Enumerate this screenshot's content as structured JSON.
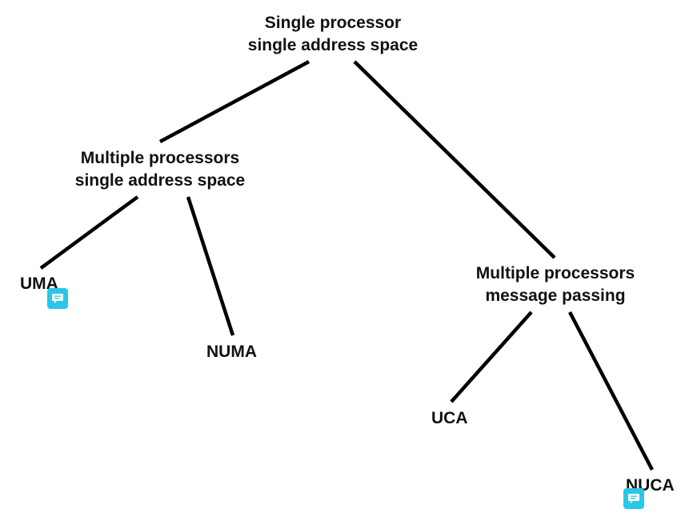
{
  "diagram": {
    "nodes": {
      "root": {
        "line1": "Single processor",
        "line2": "single address space"
      },
      "shared": {
        "line1": "Multiple processors",
        "line2": "single address space"
      },
      "message": {
        "line1": "Multiple processors",
        "line2": "message passing"
      },
      "uma": {
        "label": "UMA"
      },
      "numa": {
        "label": "NUMA"
      },
      "uca": {
        "label": "UCA"
      },
      "nuca": {
        "label": "NUCA"
      }
    },
    "edges": [
      {
        "from": "root",
        "to": "shared"
      },
      {
        "from": "root",
        "to": "message"
      },
      {
        "from": "shared",
        "to": "uma"
      },
      {
        "from": "shared",
        "to": "numa"
      },
      {
        "from": "message",
        "to": "uca"
      },
      {
        "from": "message",
        "to": "nuca"
      }
    ],
    "colors": {
      "edge": "#000000",
      "text": "#111111",
      "comment_badge": "#29c7e8"
    },
    "icons": {
      "comment": "comment-icon"
    }
  }
}
